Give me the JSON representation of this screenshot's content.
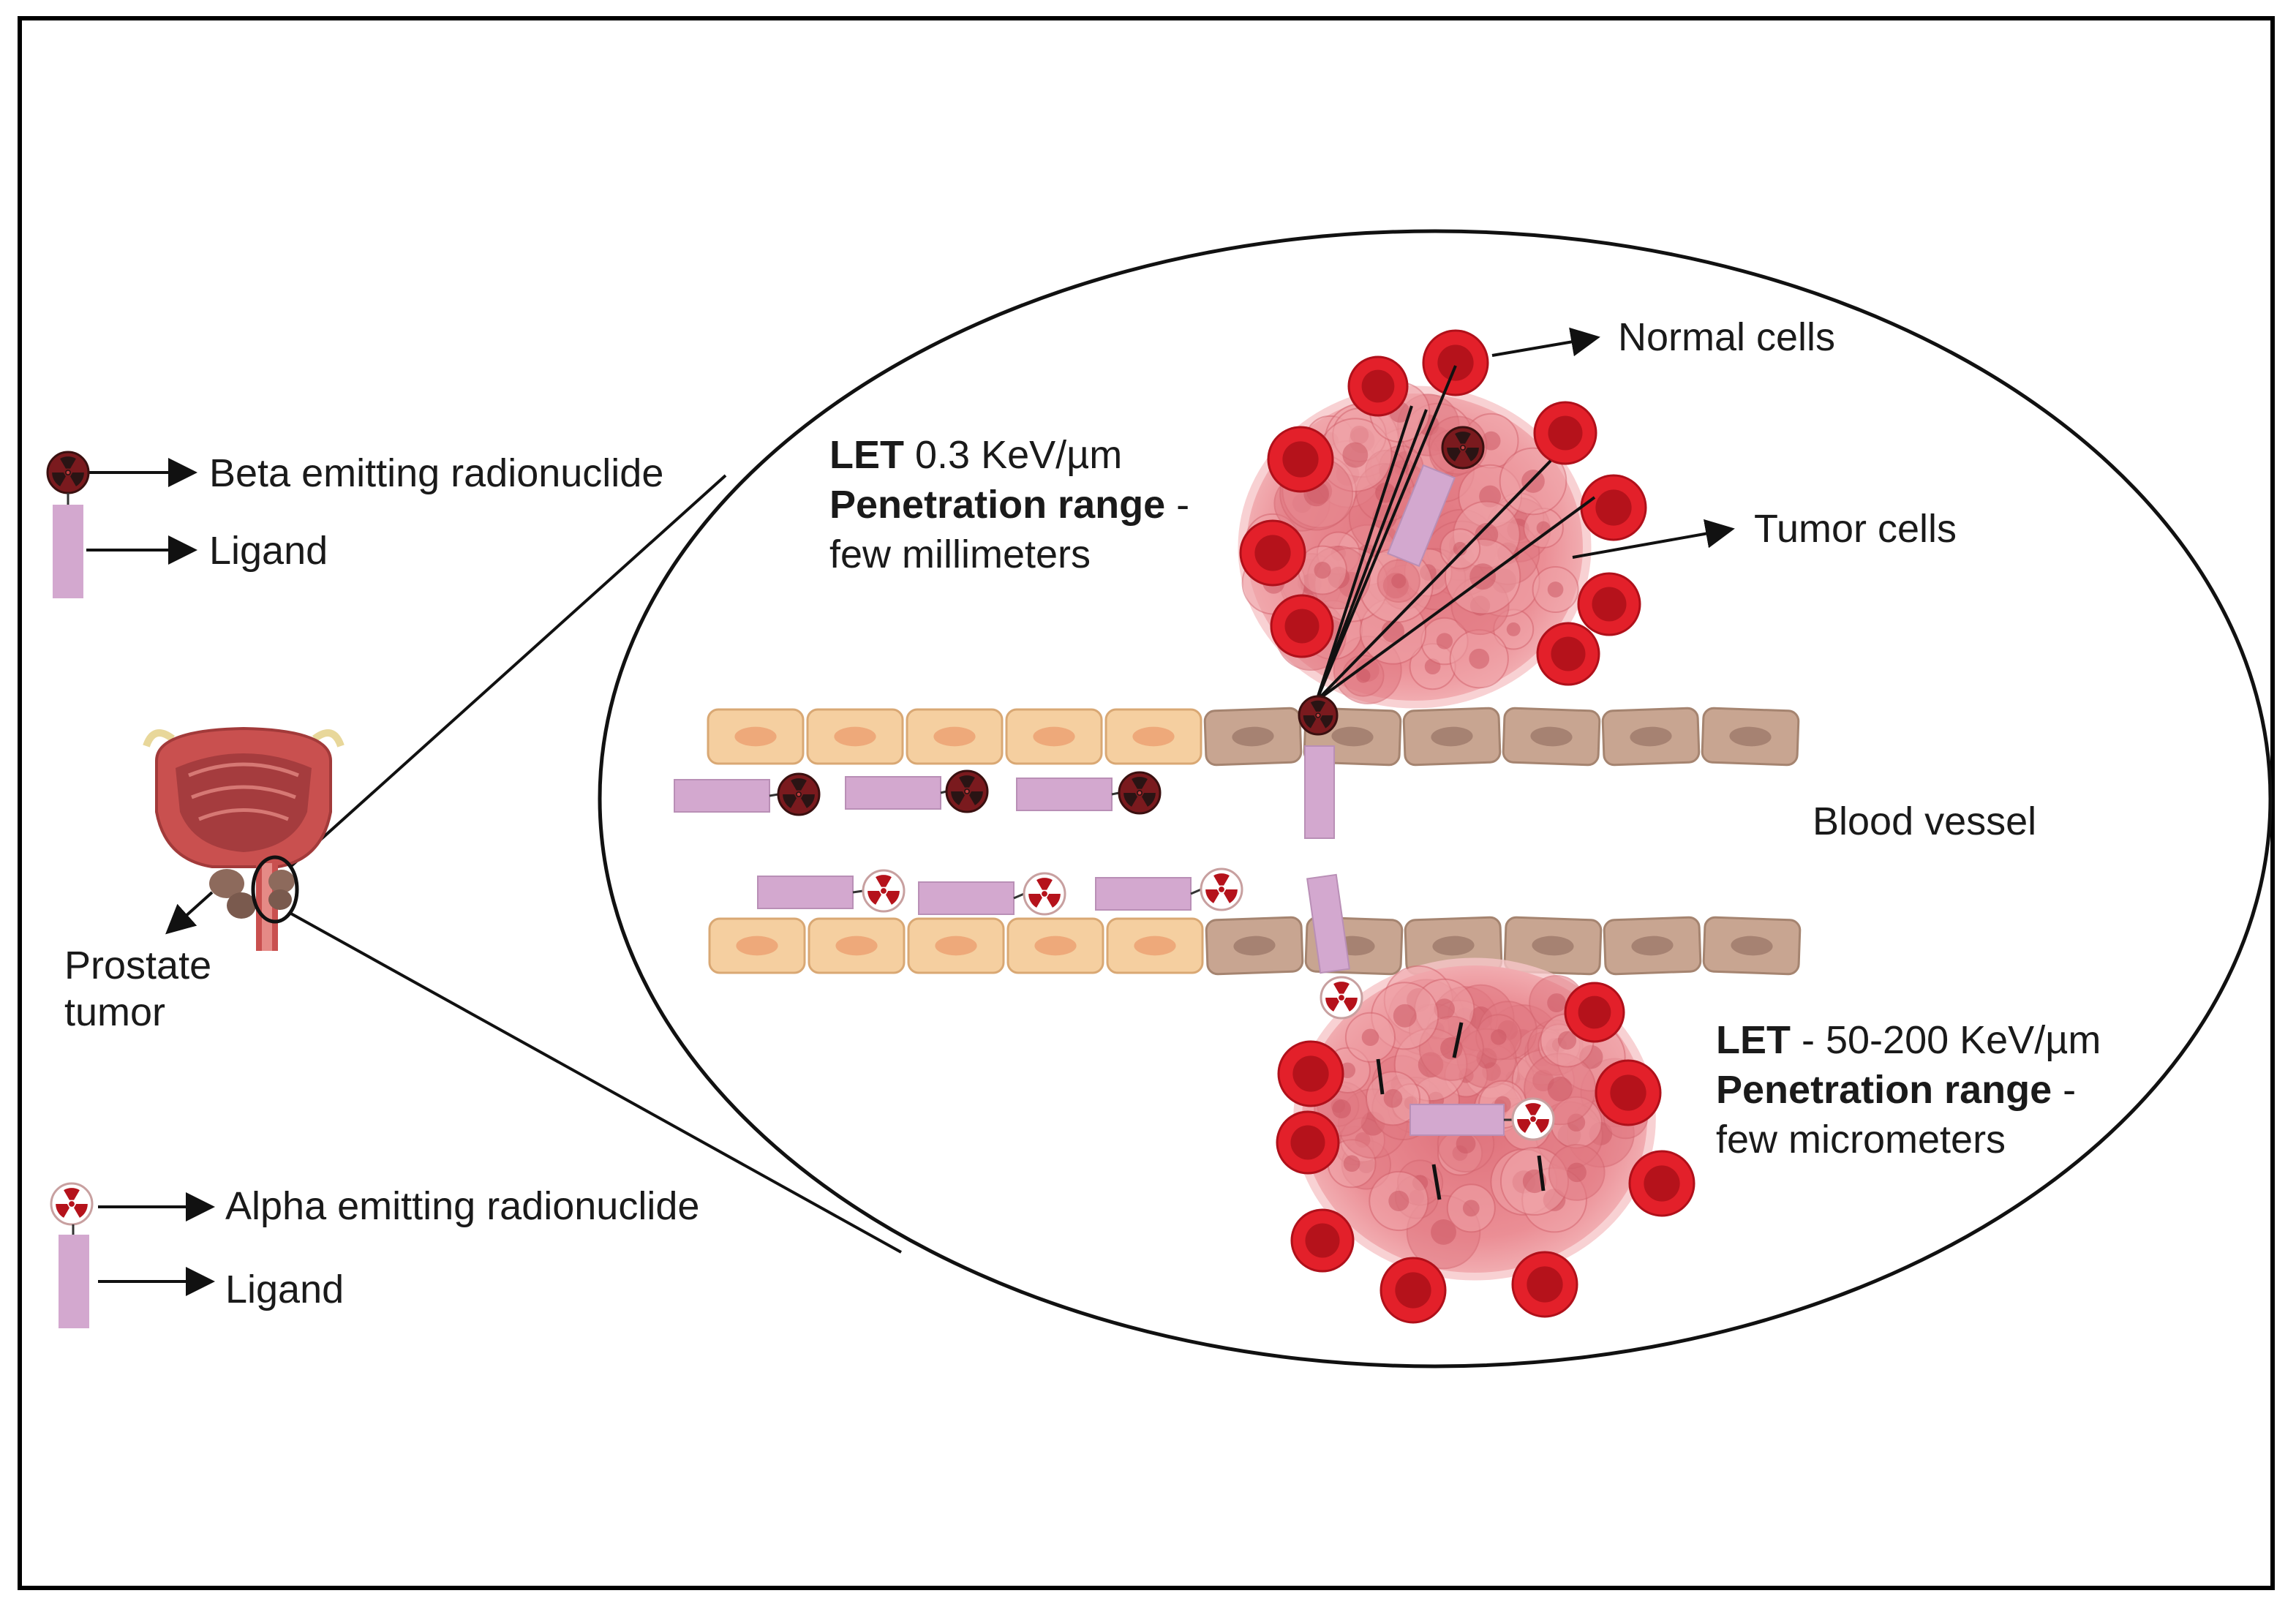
{
  "legend_top": {
    "radionuclide": "Beta emitting radionuclide",
    "ligand": "Ligand"
  },
  "legend_bottom": {
    "radionuclide": "Alpha emitting radionuclide",
    "ligand": "Ligand"
  },
  "organ_label": {
    "line1": "Prostate",
    "line2": "tumor"
  },
  "beta_info": {
    "let_key": "LET",
    "let_value": " 0.3 KeV/µm",
    "range_key": "Penetration range",
    "range_dash": " -",
    "range_value": "few millimeters"
  },
  "alpha_info": {
    "let_key": "LET",
    "let_value": " - 50-200 KeV/µm",
    "range_key": "Penetration range",
    "range_dash": " -",
    "range_value": "few micrometers"
  },
  "labels": {
    "normal_cells": "Normal cells",
    "tumor_cells": "Tumor cells",
    "blood_vessel": "Blood vessel"
  },
  "colors": {
    "rbc": "#e3202a",
    "rbc_center": "#b5121b",
    "ligand": "#d3a8cf",
    "endothelial_light": "#f5cfa0",
    "endothelial_dark": "#c8a591",
    "tumor": "#e8848c",
    "beta_symbol": "#3a2020",
    "alpha_symbol": "#b5121b"
  }
}
